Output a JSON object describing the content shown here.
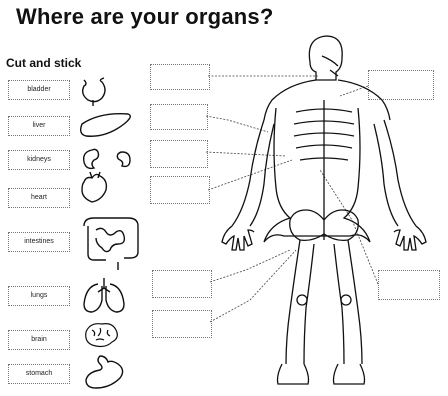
{
  "title": "Where are your organs?",
  "instruction": "Cut and stick",
  "organ_labels": [
    {
      "text": "bladder",
      "icon": "bladder-icon"
    },
    {
      "text": "liver",
      "icon": "liver-icon"
    },
    {
      "text": "kidneys",
      "icon": "kidneys-icon"
    },
    {
      "text": "heart",
      "icon": "heart-icon"
    },
    {
      "text": "intestines",
      "icon": "intestines-icon"
    },
    {
      "text": "lungs",
      "icon": "lungs-icon"
    },
    {
      "text": "brain",
      "icon": "brain-icon"
    },
    {
      "text": "stomach",
      "icon": "stomach-icon"
    }
  ],
  "colors": {
    "ink": "#111111",
    "dotted_border": "#777777",
    "background": "#ffffff"
  }
}
